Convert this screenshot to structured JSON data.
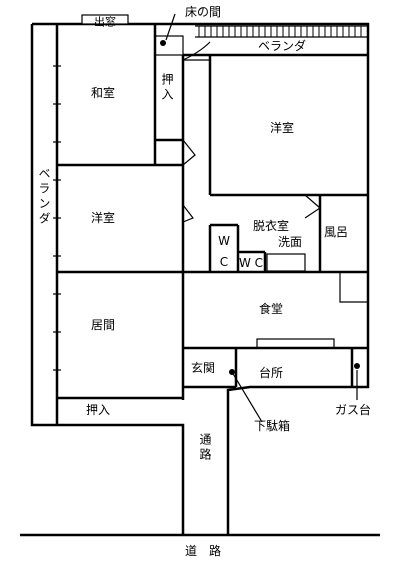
{
  "labels": {
    "demado": "出窓",
    "tokonoma": "床の間",
    "veranda_top": "ベランダ",
    "veranda_left": "ベランダ",
    "washitsu": "和室",
    "oshiire_upper": "押入",
    "yoshitsu_right": "洋室",
    "yoshitsu_left": "洋室",
    "datsuishitsu": "脱衣室",
    "senmen": "洗面",
    "furo": "風呂",
    "wc1_w": "W",
    "wc1_c": "C",
    "wc2": "W C",
    "shokudo": "食堂",
    "ima": "居間",
    "genkan": "玄関",
    "daidokoro": "台所",
    "gasudai": "ガス台",
    "getabako": "下駄箱",
    "oshiire_lower": "押入",
    "tsuro": "通路",
    "doro": "道　路"
  },
  "colors": {
    "line": "#000000",
    "background": "#ffffff"
  }
}
